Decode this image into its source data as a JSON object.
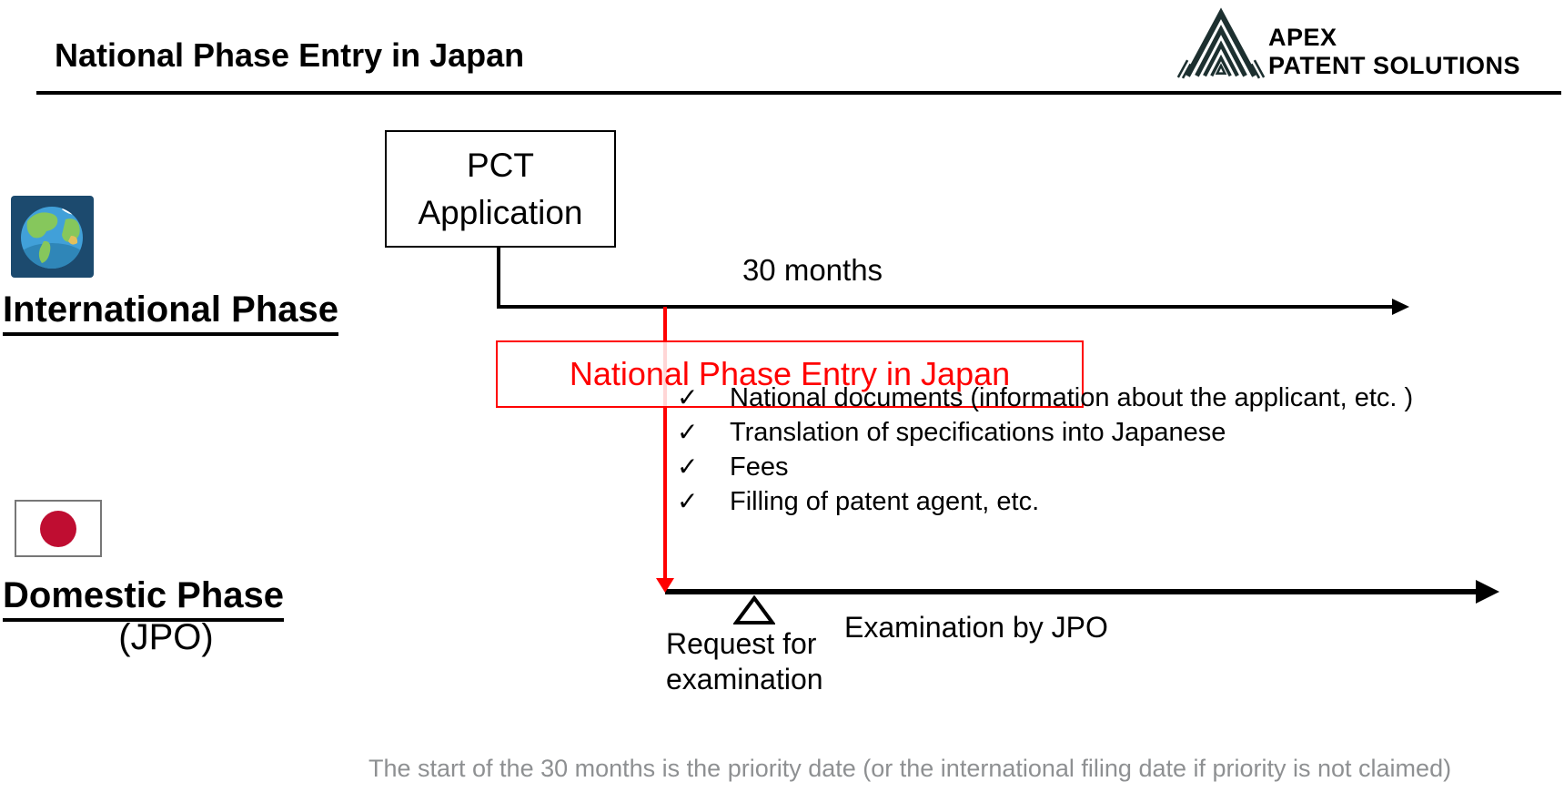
{
  "slide": {
    "title": "National Phase Entry in Japan",
    "footnote": "The start of the 30 months is the priority date (or the international filing date if priority is not claimed)"
  },
  "logo": {
    "line1": "APEX",
    "line2": "PATENT SOLUTIONS",
    "icon": "apex-mountain-icon"
  },
  "phases": {
    "international": {
      "label": "International Phase",
      "icon": "globe-icon"
    },
    "domestic": {
      "label": "Domestic Phase",
      "sublabel": "(JPO)",
      "icon": "japan-flag-icon"
    }
  },
  "pct_box": {
    "line1": "PCT",
    "line2": "Application"
  },
  "international_timeline": {
    "duration_label": "30 months"
  },
  "entry_box": {
    "label": "National Phase Entry in Japan"
  },
  "checklist": {
    "check_glyph": "✓",
    "items": [
      "National documents (information about the applicant, etc. )",
      "Translation of specifications into Japanese",
      "Fees",
      "Filling of patent agent, etc."
    ]
  },
  "domestic_timeline": {
    "marker_line1": "Request for",
    "marker_line2": "examination",
    "exam_label": "Examination by JPO"
  },
  "colors": {
    "accent_red": "#FF0000",
    "text_black": "#000000",
    "footnote_gray": "#8E9092",
    "logo_dark": "#1D3030",
    "globe_background": "#1C4A6E",
    "flag_red": "#BF0D31"
  }
}
